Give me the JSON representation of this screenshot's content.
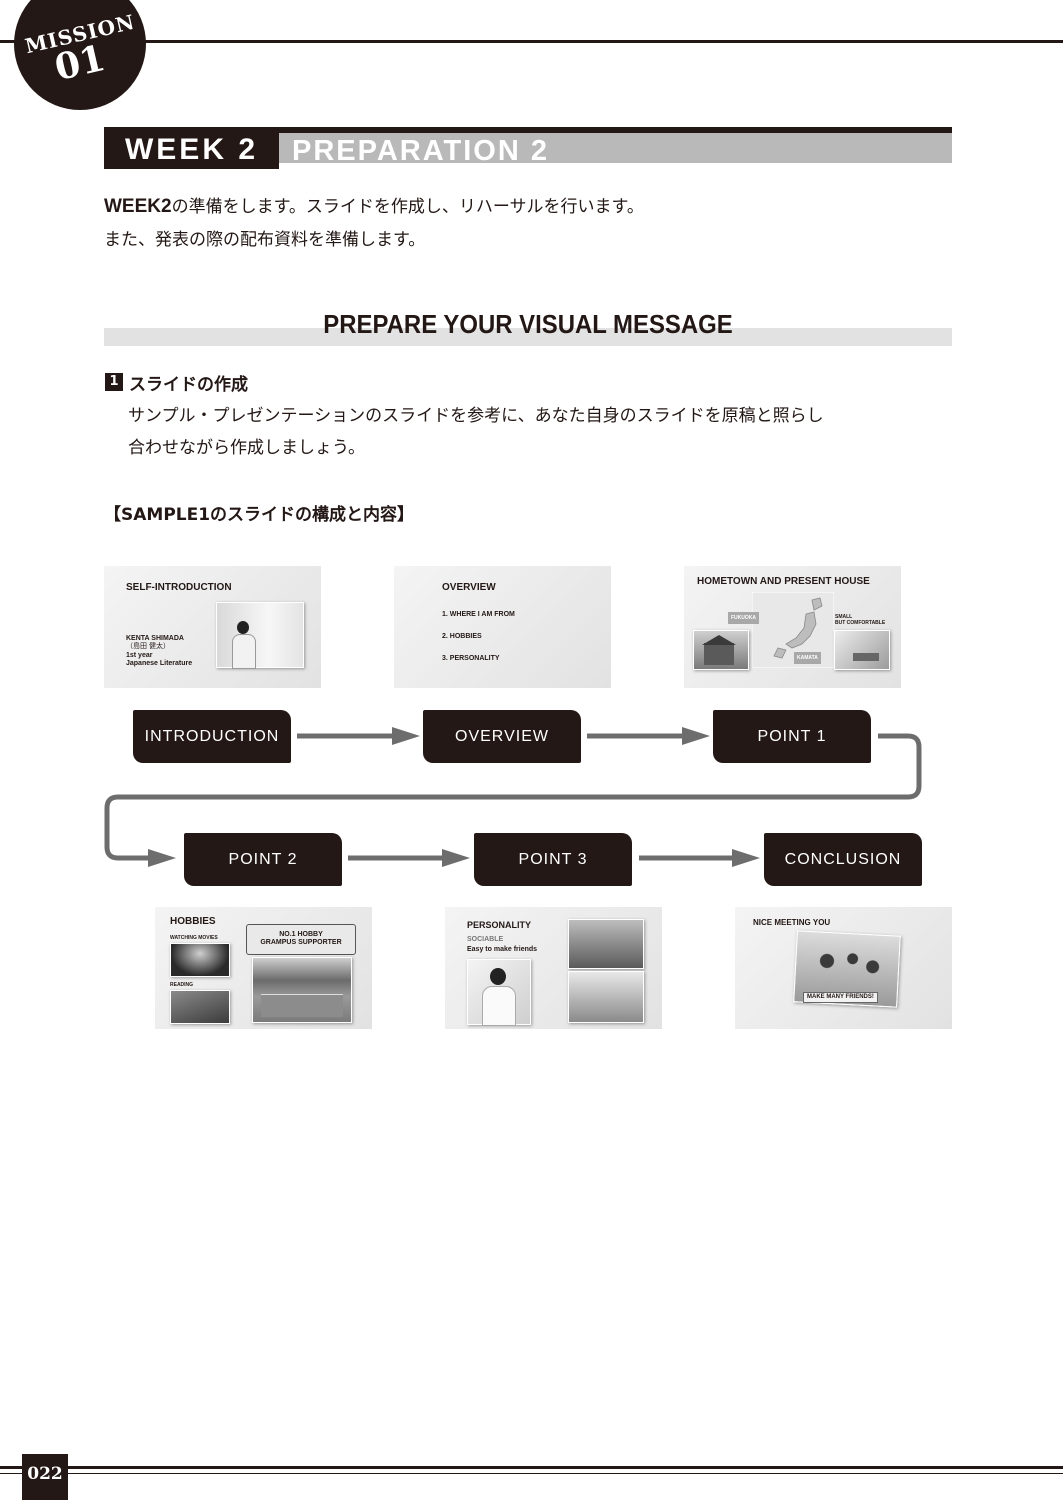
{
  "mission": {
    "label": "MISSION",
    "number": "01"
  },
  "week": {
    "title": "WEEK 2",
    "subtitle": "PREPARATION 2"
  },
  "intro": {
    "lead": "WEEK2",
    "line1_rest": "の準備をします。スライドを作成し、リハーサルを行います。",
    "line2": "また、発表の際の配布資料を準備します。"
  },
  "section_title": "PREPARE YOUR VISUAL MESSAGE",
  "step": {
    "number": "1",
    "title": "スライドの作成",
    "body_line1": "サンプル・プレゼンテーションのスライドを参考に、あなた自身のスライドを原稿と照らし",
    "body_line2": "合わせながら作成しましょう。"
  },
  "sample_title": "【SAMPLE1のスライドの構成と内容】",
  "slides": {
    "intro": {
      "title": "SELF-INTRODUCTION",
      "name": "KENTA SHIMADA",
      "kanji": "（島田 健太）",
      "year": "1st year",
      "dept": "Japanese Literature"
    },
    "overview": {
      "title": "OVERVIEW",
      "items": [
        "1. WHERE I AM FROM",
        "2. HOBBIES",
        "3. PERSONALITY"
      ]
    },
    "hometown": {
      "title": "HOMETOWN AND PRESENT HOUSE",
      "tag1": "FUKUOKA",
      "tag2": "KAMATA",
      "note1": "SMALL",
      "note2": "BUT COMFORTABLE"
    },
    "hobbies": {
      "title": "HOBBIES",
      "label1": "WATCHING MOVIES",
      "label2": "READING",
      "callout1": "NO.1 HOBBY",
      "callout2": "GRAMPUS SUPPORTER"
    },
    "personality": {
      "title": "PERSONALITY",
      "trait": "SOCIABLE",
      "desc": "Easy to make friends"
    },
    "conclusion": {
      "title": "NICE MEETING YOU",
      "caption": "MAKE MANY FRIENDS!"
    }
  },
  "flow": {
    "row1": [
      "INTRODUCTION",
      "OVERVIEW",
      "POINT 1"
    ],
    "row2": [
      "POINT 2",
      "POINT 3",
      "CONCLUSION"
    ]
  },
  "page_number": "022",
  "colors": {
    "ink": "#231815",
    "band_gray": "#b9b9b9",
    "arrow_gray": "#6d6d6d"
  }
}
